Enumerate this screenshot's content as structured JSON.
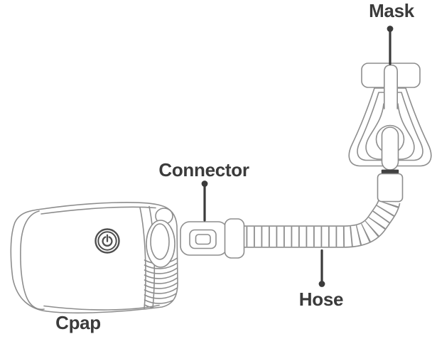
{
  "diagram": {
    "labels": {
      "mask": "Mask",
      "connector": "Connector",
      "hose": "Hose",
      "cpap": "Cpap"
    },
    "icons": {
      "power": "power-icon"
    },
    "colors": {
      "background": "#ffffff",
      "line_art": "#8d8d8d",
      "annotation": "#3b3b3b",
      "dark_band": "#414141",
      "power_icon": "#4f4f4f"
    }
  }
}
